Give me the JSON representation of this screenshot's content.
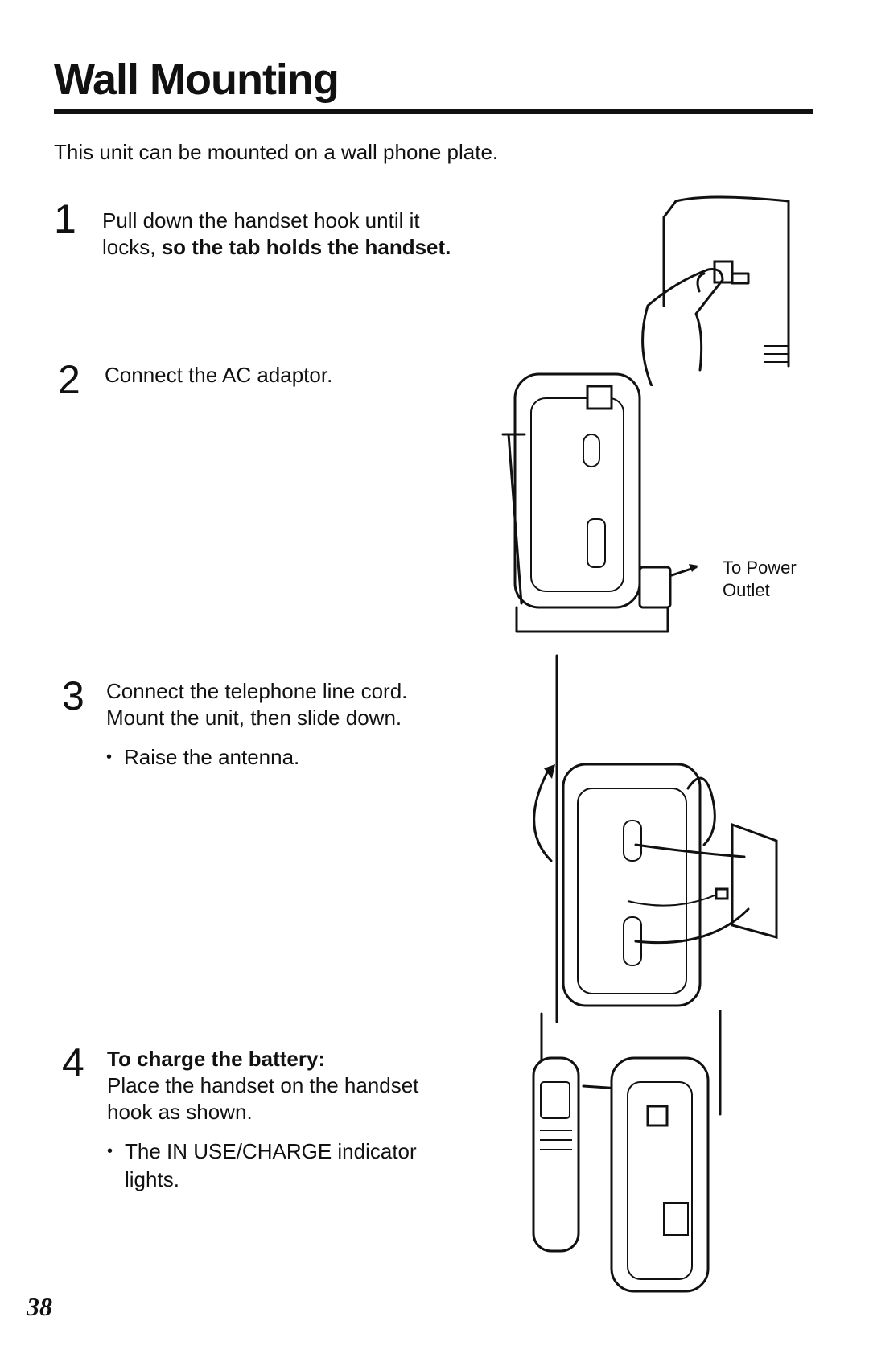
{
  "page": {
    "title": "Wall Mounting",
    "intro": "This unit can be mounted on a wall phone plate.",
    "page_number": "38"
  },
  "steps": [
    {
      "number": "1",
      "line1": "Pull down the handset hook until it",
      "line2_plain": "locks, ",
      "line2_bold": "so the tab holds the handset."
    },
    {
      "number": "2",
      "line1": "Connect the AC adaptor."
    },
    {
      "number": "3",
      "line1": "Connect the telephone line cord.",
      "line2": "Mount the unit, then slide down.",
      "bullet": "Raise the antenna."
    },
    {
      "number": "4",
      "heading": "To charge the battery:",
      "line1": "Place the handset on the handset",
      "line2": "hook as shown.",
      "bullet_line1": "The IN USE/CHARGE indicator",
      "bullet_line2": "lights."
    }
  ],
  "figures": {
    "power_label_line1": "To Power",
    "power_label_line2": "Outlet"
  }
}
